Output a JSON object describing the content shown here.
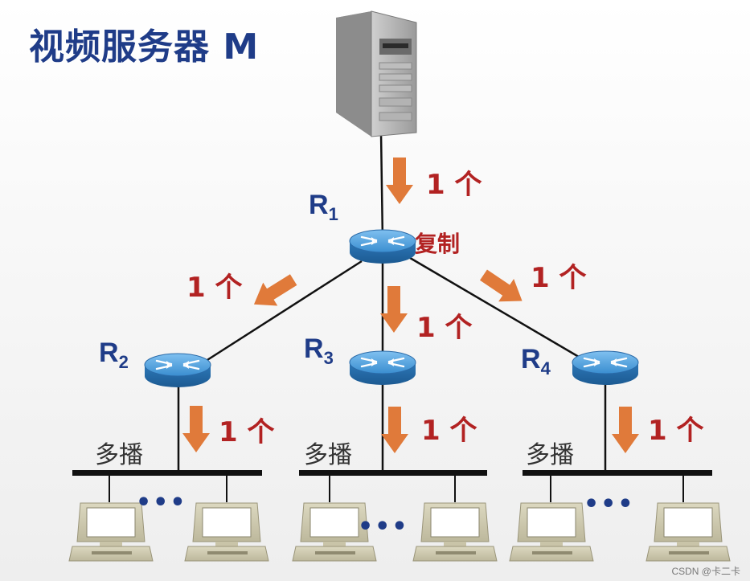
{
  "title": "视频服务器 M",
  "routers": [
    {
      "id": "R",
      "sub": "1"
    },
    {
      "id": "R",
      "sub": "2"
    },
    {
      "id": "R",
      "sub": "3"
    },
    {
      "id": "R",
      "sub": "4"
    }
  ],
  "copy_label": "复制",
  "count_label": "1 个",
  "multicast_label": "多播",
  "ellipsis": "•••",
  "watermark": "CSDN @卡二卡",
  "colors": {
    "title": "#1f3c88",
    "router_label": "#1f3c88",
    "count": "#b22222",
    "arrow": "#e07a3a",
    "router": "#3a8ed0"
  }
}
